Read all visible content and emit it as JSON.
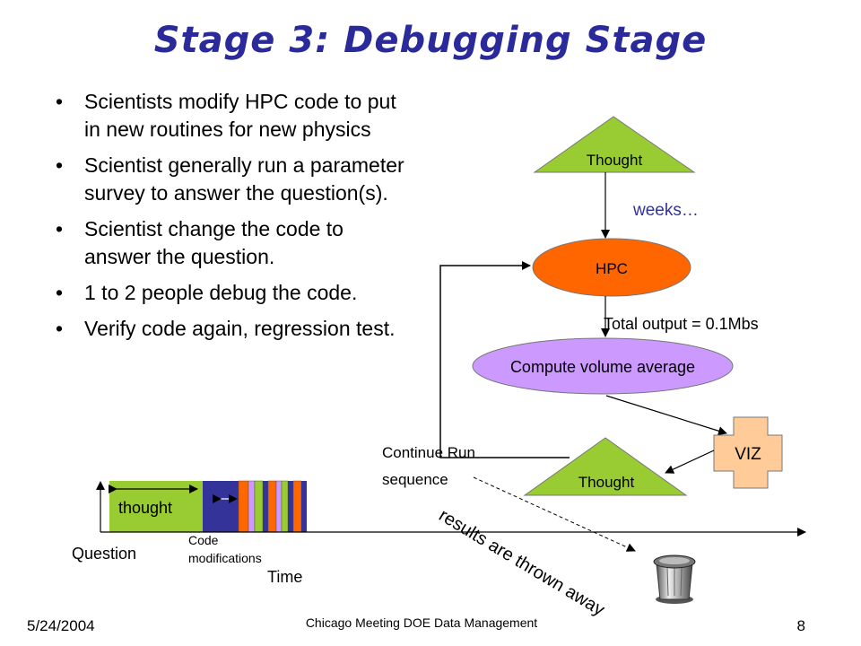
{
  "slide": {
    "title": "Stage 3: Debugging Stage",
    "bullets": [
      "Scientists modify HPC code to put in new routines for new physics",
      "Scientist generally run a parameter survey to answer the question(s).",
      "Scientist change the code to answer the question.",
      "1 to 2 people debug the code.",
      "Verify code again, regression test."
    ],
    "footer": {
      "date": "5/24/2004",
      "center": "Chicago Meeting DOE Data Management",
      "page": "8"
    }
  },
  "diagram": {
    "thought_top": "Thought",
    "weeks": "weeks…",
    "hpc": "HPC",
    "total_output": "Total output = 0.1Mbs",
    "compute": "Compute volume average",
    "viz": "VIZ",
    "thought_bottom": "Thought",
    "continue_run_1": "Continue Run",
    "continue_run_2": "sequence",
    "results": "results are thrown away"
  },
  "timeline": {
    "thought": "thought",
    "code_mod_1": "Code",
    "code_mod_2": "modifications",
    "question": "Question",
    "time": "Time"
  },
  "colors": {
    "title": "#2a2a9a",
    "thought_green": "#99cc33",
    "hpc_orange": "#ff6600",
    "compute_purple": "#cc99ff",
    "viz_peach": "#ffcc99",
    "code_navy": "#333399",
    "weeks_blue": "#333399"
  }
}
